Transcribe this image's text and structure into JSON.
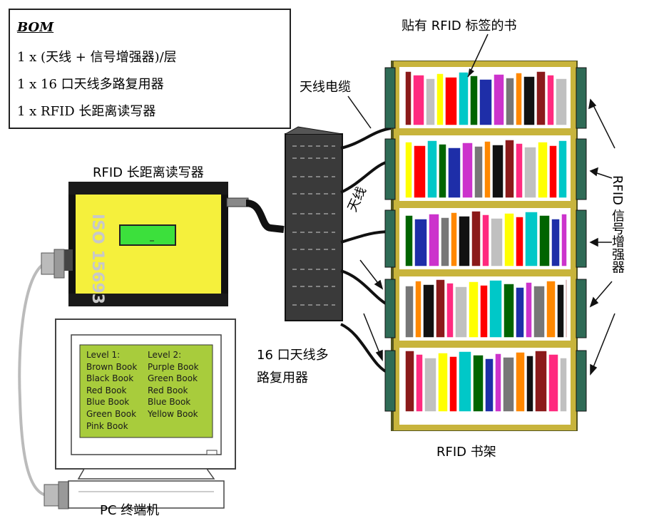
{
  "bom": {
    "title": "BOM",
    "lines": [
      "1 x (天线 + 信号增强器)/层",
      "1 x 16 口天线多路复用器",
      "1 x RFID 长距离读写器"
    ]
  },
  "labels": {
    "books_tagged": "贴有 RFID 标签的书",
    "antenna_cable": "天线电缆",
    "reader_title": "RFID 长距离读写器",
    "antenna": "天线",
    "rfid_booster": "RFID 信号增强器",
    "mux_line1": "16 口天线多",
    "mux_line2": "路复用器",
    "bookshelf": "RFID 书架",
    "pc_terminal": "PC 终端机",
    "reader_vertical": "ISO 15693"
  },
  "screen": {
    "col1": [
      "Level 1:",
      "Brown Book",
      "Black Book",
      "Red Book",
      "Blue Book",
      "Green Book",
      "Pink Book"
    ],
    "col2": [
      "Level 2:",
      "Purple Book",
      "Green Book",
      "Red Book",
      "Blue Book",
      "Yellow Book"
    ]
  },
  "colors": {
    "shelf_frame": "#c8b43c",
    "shelf_bg": "#55551f",
    "reader_body": "#f5f03c",
    "reader_display": "#3ce03c",
    "screen_bg": "#a8cc3c",
    "mux_body": "#3a3a3a",
    "booster": "#2f6b56"
  }
}
